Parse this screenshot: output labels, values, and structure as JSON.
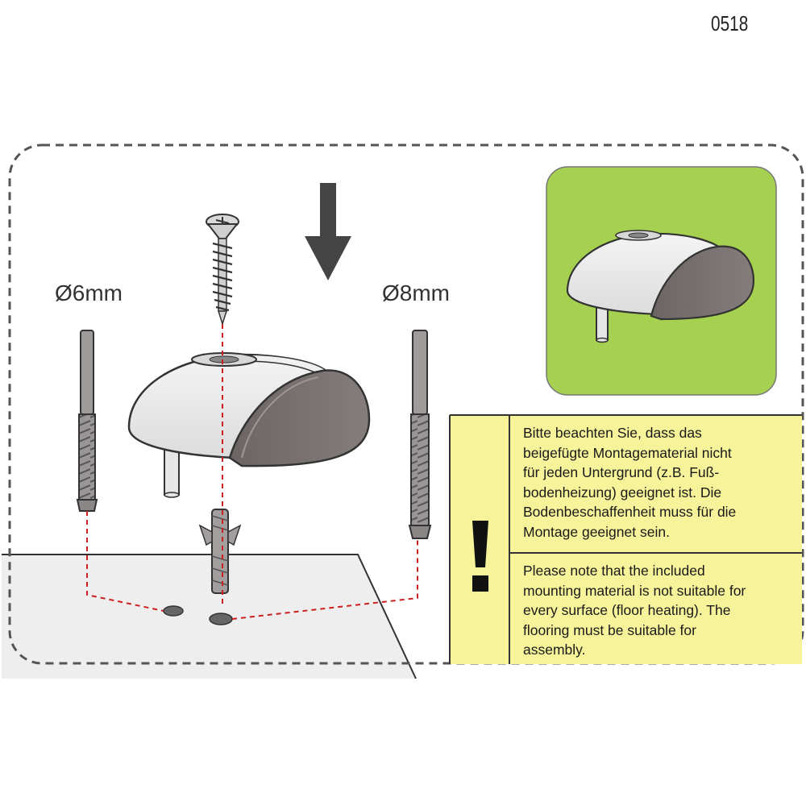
{
  "watermark": "0518",
  "drill_small": {
    "label": "Ø6mm"
  },
  "drill_large": {
    "label": "Ø8mm"
  },
  "notice": {
    "german": "Bitte beachten Sie, dass das\nbeigefügte Montagematerial nicht\nfür jeden Untergrund (z.B. Fuß-\nbodenheizung) geeignet ist. Die\nBodenbeschaffenheit muss für die\nMontage geeignet sein.",
    "english": "Please note that the included\nmounting material is not suitable for\nevery surface (floor heating). The\nflooring must be suitable for\nassembly.",
    "icon": "exclamation-icon"
  },
  "colors": {
    "inset_background": "#a6d050",
    "notice_background": "#f6f39a",
    "stopper_shell": "#e9e9e9",
    "stopper_rubber": "#7b7372",
    "floor": "#eeeeee",
    "guide_line": "#cc1f1f"
  },
  "icons": [
    "down-arrow-icon",
    "screw-icon",
    "drill-bit-icon",
    "wall-plug-icon",
    "door-stopper-icon"
  ]
}
